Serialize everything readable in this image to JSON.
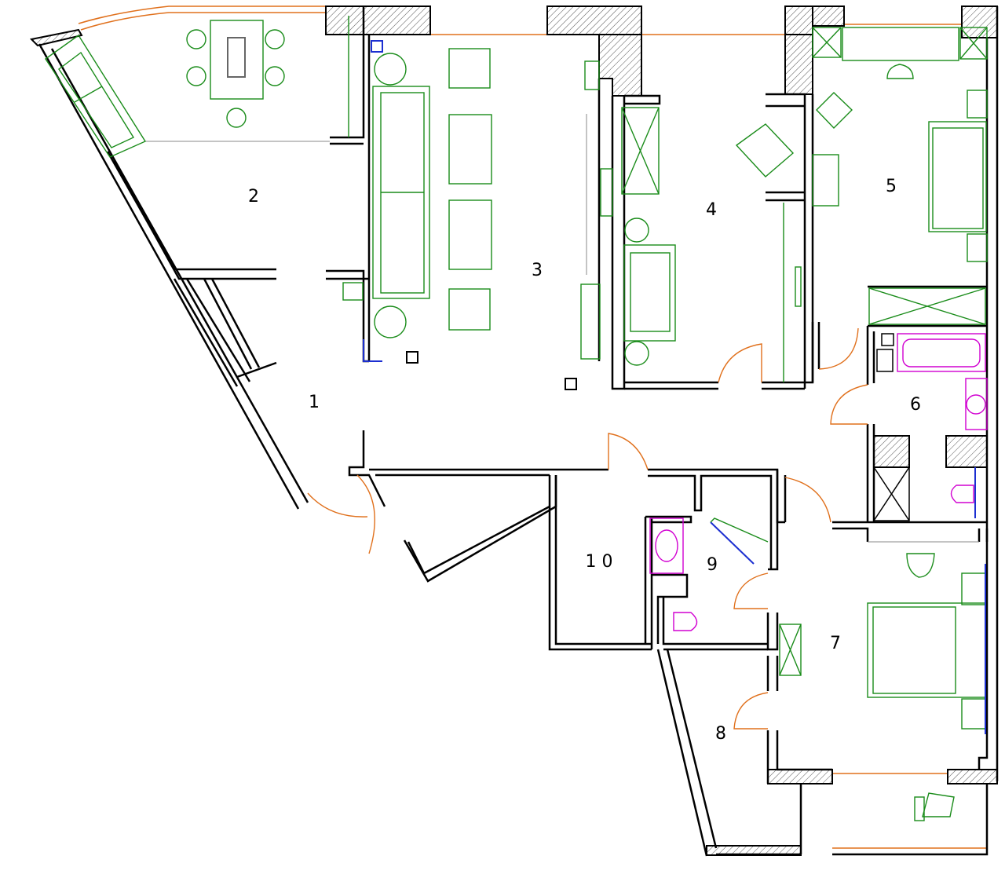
{
  "plan": {
    "rooms": [
      {
        "id": "1",
        "label": "1"
      },
      {
        "id": "2",
        "label": "2"
      },
      {
        "id": "3",
        "label": "3"
      },
      {
        "id": "4",
        "label": "4"
      },
      {
        "id": "5",
        "label": "5"
      },
      {
        "id": "6",
        "label": "6"
      },
      {
        "id": "7",
        "label": "7"
      },
      {
        "id": "8",
        "label": "8"
      },
      {
        "id": "9",
        "label": "9"
      },
      {
        "id": "10",
        "label": "1 0"
      }
    ],
    "colors": {
      "wall": "#000000",
      "furniture": "#1a8c1a",
      "sanitary": "#d100d1",
      "window": "#e0701c",
      "door": "#e0701c",
      "accent": "#1c2fd1"
    }
  }
}
